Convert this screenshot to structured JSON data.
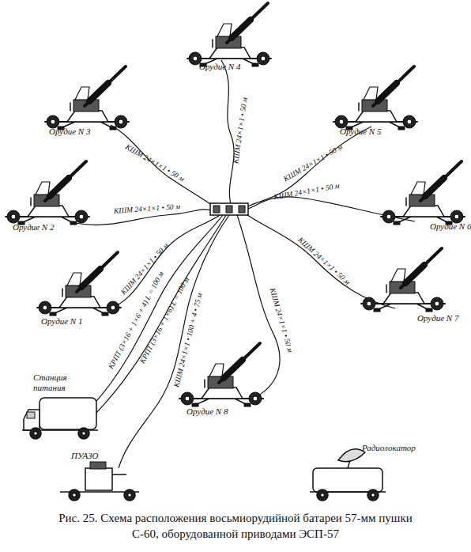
{
  "diagram": {
    "caption": "Рис. 25. Схема расположения восьмиорудийной батареи 57-мм пушки С-60, оборудованной приводами ЭСП-57",
    "nodes": [
      {
        "text": [
          "Орудие N 4"
        ]
      },
      {
        "text": [
          "Орудие N 3"
        ]
      },
      {
        "text": [
          "Орудие N 5"
        ]
      },
      {
        "text": [
          "Орудие N 2"
        ]
      },
      {
        "text": [
          "Орудие N 6"
        ]
      },
      {
        "text": [
          "Орудие N 1"
        ]
      },
      {
        "text": [
          "Орудие N 7"
        ]
      },
      {
        "text": [
          "Станция питания"
        ]
      },
      {
        "text": [
          "Орудие N 8"
        ]
      },
      {
        "text": [
          "ПУАЗО"
        ]
      },
      {
        "text": [
          "Радиолокатор"
        ]
      }
    ],
    "labels": [
      "КШМ 24×1×1 • 50 м",
      "КШМ 24×1×1 • 50 м",
      "КШМ 24×1×1 • 50 м",
      "КШМ 24×1×1 • 50 м",
      "КШМ 24×1×1 • 50 м",
      "КШМ 24×1×1 • 50 м",
      "КШМ 24×1×1 • 50 м",
      "КРПТ (3×16 + 1×6 + 4) L = 100 м",
      "КРПТ (3×16 + 1×6) L = 100 м",
      "КШМ 24×1×1 • 100 + 4 • 75 м",
      "КШМ 24×1×1 • 50 м"
    ]
  }
}
